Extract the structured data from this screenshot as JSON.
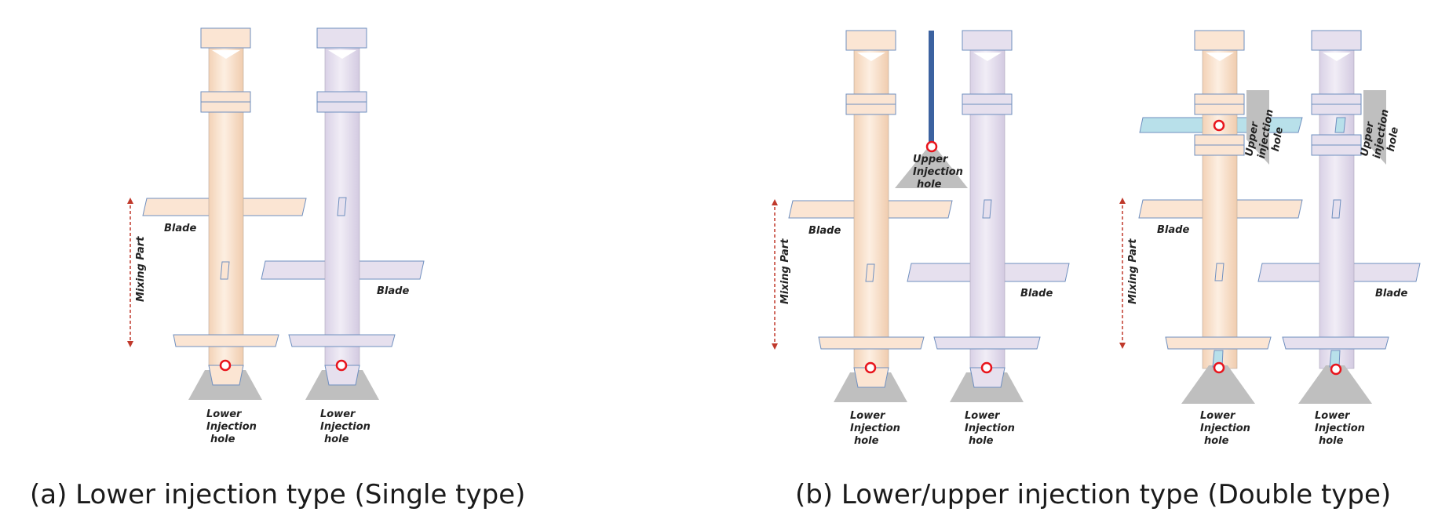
{
  "labels": {
    "blade": "Blade",
    "mixing_part": "Mixing Part",
    "lower_line1": "Lower",
    "lower_line2": "Injection",
    "lower_line3": "hole",
    "upper_line1": "Upper",
    "upper_line2": "Injection",
    "upper_line3": "hole",
    "upper_rot_line1": "Upper",
    "upper_rot_line2": "injection",
    "upper_rot_line3": "hole"
  },
  "captions": {
    "a": "(a) Lower injection type (Single type)",
    "b": "(b) Lower/upper injection type (Double type)"
  },
  "colors": {
    "shaft_a": "#fbe5d3",
    "shaft_b": "#e6e0ee",
    "blade_edge": "#4a6fa5",
    "cone": "#bfbfbf",
    "hole": "#e8141c",
    "pipe": "#3c62a0",
    "upper_blade": "#b8e0ea",
    "arrow": "#c0392b"
  }
}
